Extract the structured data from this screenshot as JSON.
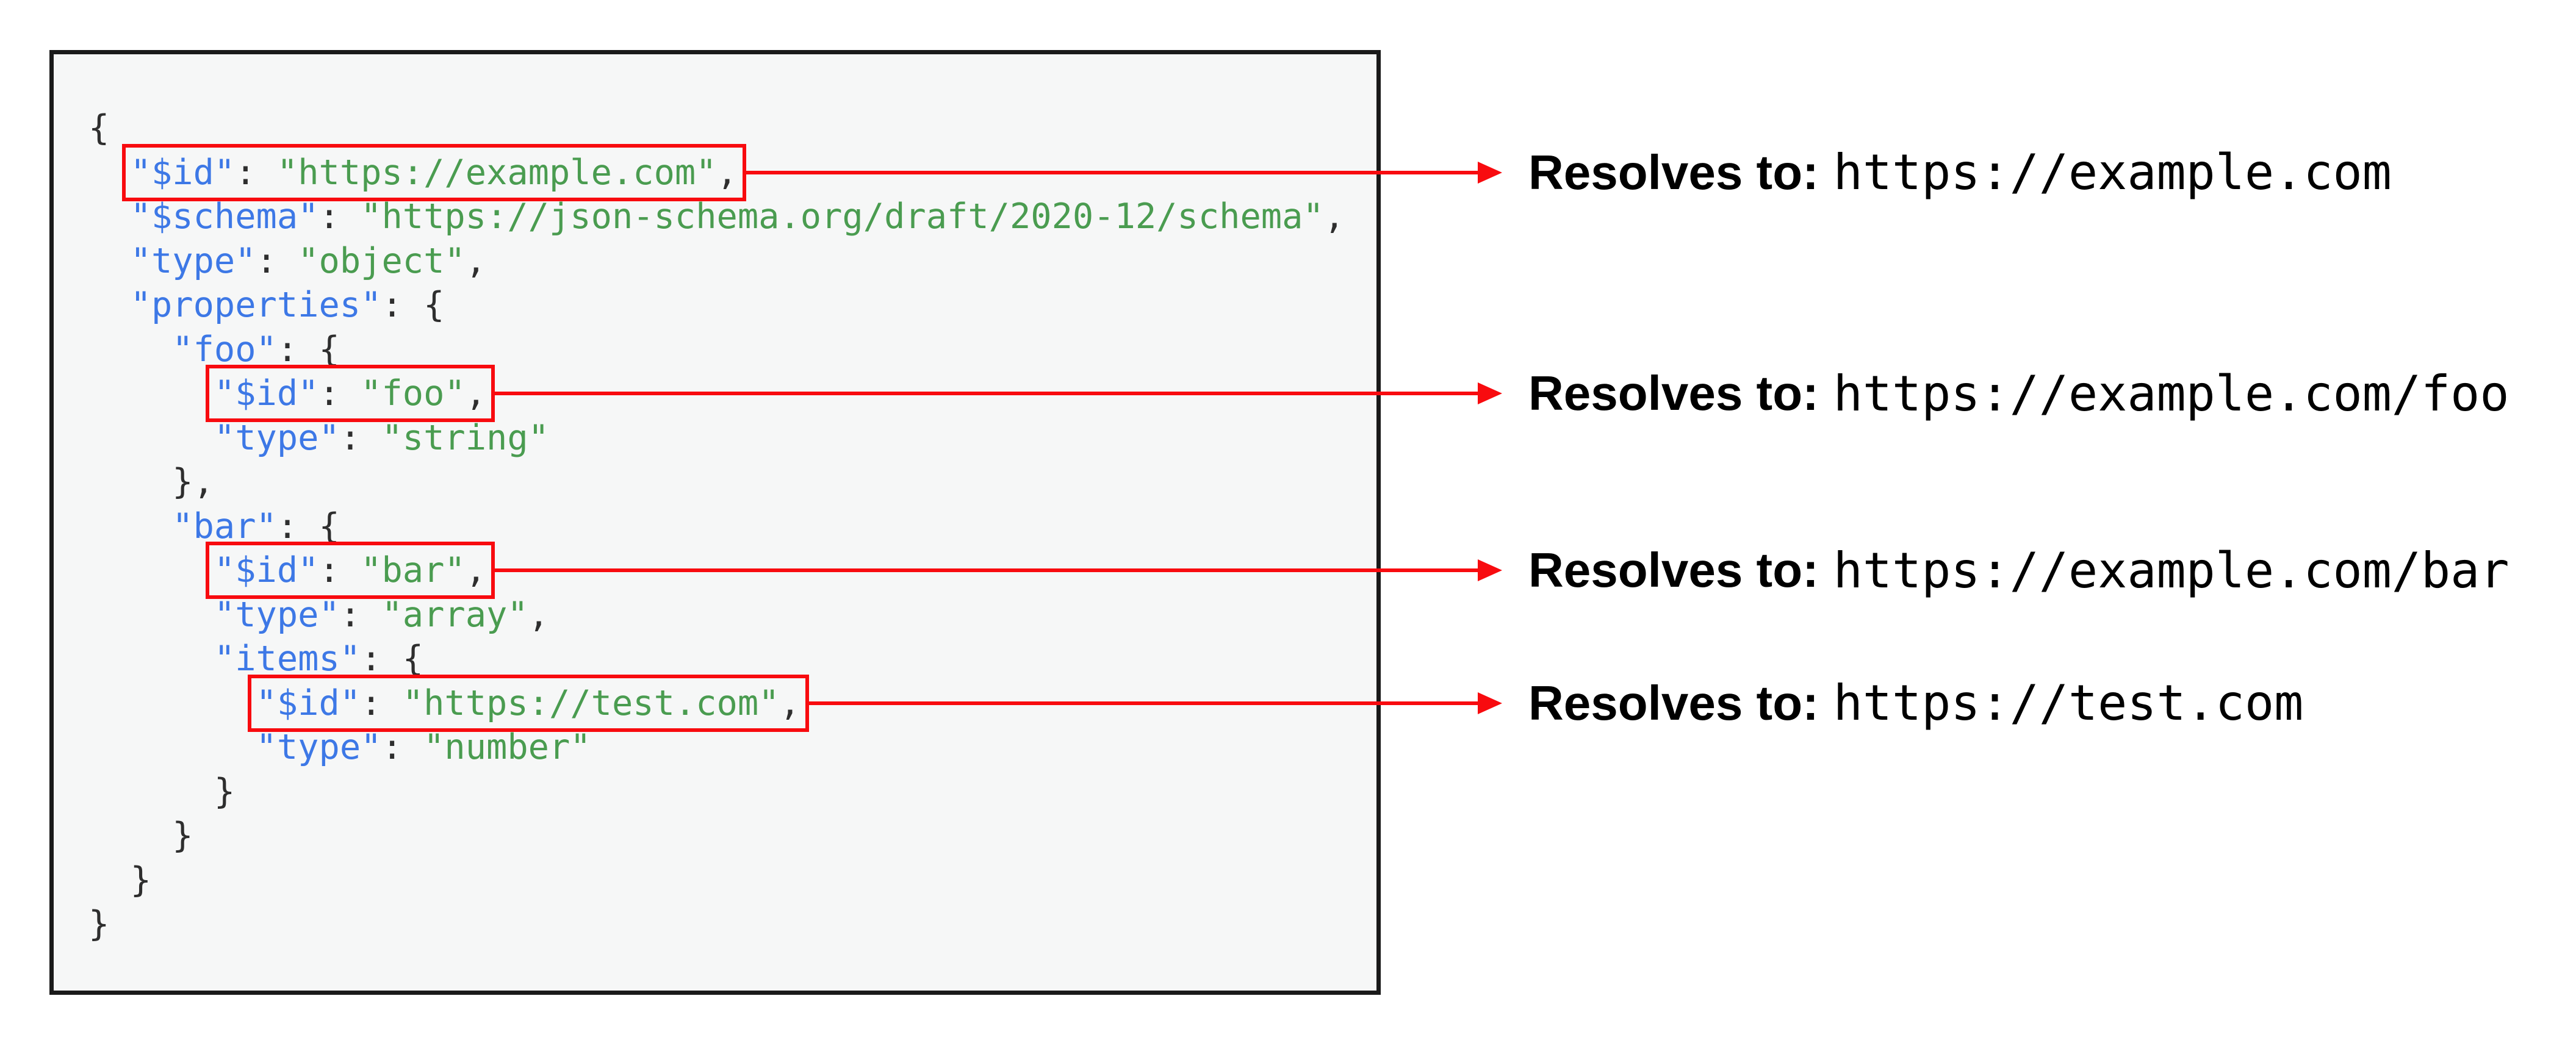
{
  "colors": {
    "key_blue": "#3d78e6",
    "string_green": "#4a9c50",
    "punctuation": "#2e2e2e",
    "highlight_red": "#f80b0f",
    "code_background": "#f6f7f7",
    "code_border": "#1a1a1a",
    "page_background": "#ffffff",
    "annotation_text": "#000000"
  },
  "code": {
    "lines": [
      [
        {
          "c": "p",
          "t": "{"
        }
      ],
      [
        {
          "c": "p",
          "t": "  "
        },
        {
          "box": 0,
          "tokens": [
            {
              "c": "k",
              "t": "\"$id\""
            },
            {
              "c": "p",
              "t": ": "
            },
            {
              "c": "s",
              "t": "\"https://example.com\""
            },
            {
              "c": "p",
              "t": ","
            }
          ]
        }
      ],
      [
        {
          "c": "p",
          "t": "  "
        },
        {
          "c": "k",
          "t": "\"$schema\""
        },
        {
          "c": "p",
          "t": ": "
        },
        {
          "c": "s",
          "t": "\"https://json-schema.org/draft/2020-12/schema\""
        },
        {
          "c": "p",
          "t": ","
        }
      ],
      [
        {
          "c": "p",
          "t": "  "
        },
        {
          "c": "k",
          "t": "\"type\""
        },
        {
          "c": "p",
          "t": ": "
        },
        {
          "c": "s",
          "t": "\"object\""
        },
        {
          "c": "p",
          "t": ","
        }
      ],
      [
        {
          "c": "p",
          "t": "  "
        },
        {
          "c": "k",
          "t": "\"properties\""
        },
        {
          "c": "p",
          "t": ": {"
        }
      ],
      [
        {
          "c": "p",
          "t": "    "
        },
        {
          "c": "k",
          "t": "\"foo\""
        },
        {
          "c": "p",
          "t": ": {"
        }
      ],
      [
        {
          "c": "p",
          "t": "      "
        },
        {
          "box": 1,
          "tokens": [
            {
              "c": "k",
              "t": "\"$id\""
            },
            {
              "c": "p",
              "t": ": "
            },
            {
              "c": "s",
              "t": "\"foo\""
            },
            {
              "c": "p",
              "t": ","
            }
          ]
        }
      ],
      [
        {
          "c": "p",
          "t": "      "
        },
        {
          "c": "k",
          "t": "\"type\""
        },
        {
          "c": "p",
          "t": ": "
        },
        {
          "c": "s",
          "t": "\"string\""
        }
      ],
      [
        {
          "c": "p",
          "t": "    },"
        }
      ],
      [
        {
          "c": "p",
          "t": "    "
        },
        {
          "c": "k",
          "t": "\"bar\""
        },
        {
          "c": "p",
          "t": ": {"
        }
      ],
      [
        {
          "c": "p",
          "t": "      "
        },
        {
          "box": 2,
          "tokens": [
            {
              "c": "k",
              "t": "\"$id\""
            },
            {
              "c": "p",
              "t": ": "
            },
            {
              "c": "s",
              "t": "\"bar\""
            },
            {
              "c": "p",
              "t": ","
            }
          ]
        }
      ],
      [
        {
          "c": "p",
          "t": "      "
        },
        {
          "c": "k",
          "t": "\"type\""
        },
        {
          "c": "p",
          "t": ": "
        },
        {
          "c": "s",
          "t": "\"array\""
        },
        {
          "c": "p",
          "t": ","
        }
      ],
      [
        {
          "c": "p",
          "t": "      "
        },
        {
          "c": "k",
          "t": "\"items\""
        },
        {
          "c": "p",
          "t": ": {"
        }
      ],
      [
        {
          "c": "p",
          "t": "        "
        },
        {
          "box": 3,
          "tokens": [
            {
              "c": "k",
              "t": "\"$id\""
            },
            {
              "c": "p",
              "t": ": "
            },
            {
              "c": "s",
              "t": "\"https://test.com\""
            },
            {
              "c": "p",
              "t": ","
            }
          ]
        }
      ],
      [
        {
          "c": "p",
          "t": "        "
        },
        {
          "c": "k",
          "t": "\"type\""
        },
        {
          "c": "p",
          "t": ": "
        },
        {
          "c": "s",
          "t": "\"number\""
        }
      ],
      [
        {
          "c": "p",
          "t": "      }"
        }
      ],
      [
        {
          "c": "p",
          "t": "    }"
        }
      ],
      [
        {
          "c": "p",
          "t": "  }"
        }
      ],
      [
        {
          "c": "p",
          "t": "}"
        }
      ]
    ]
  },
  "annotations": [
    {
      "label": "Resolves to:",
      "url": "https://example.com"
    },
    {
      "label": "Resolves to:",
      "url": "https://example.com/foo"
    },
    {
      "label": "Resolves to:",
      "url": "https://example.com/bar"
    },
    {
      "label": "Resolves to:",
      "url": "https://test.com"
    }
  ]
}
